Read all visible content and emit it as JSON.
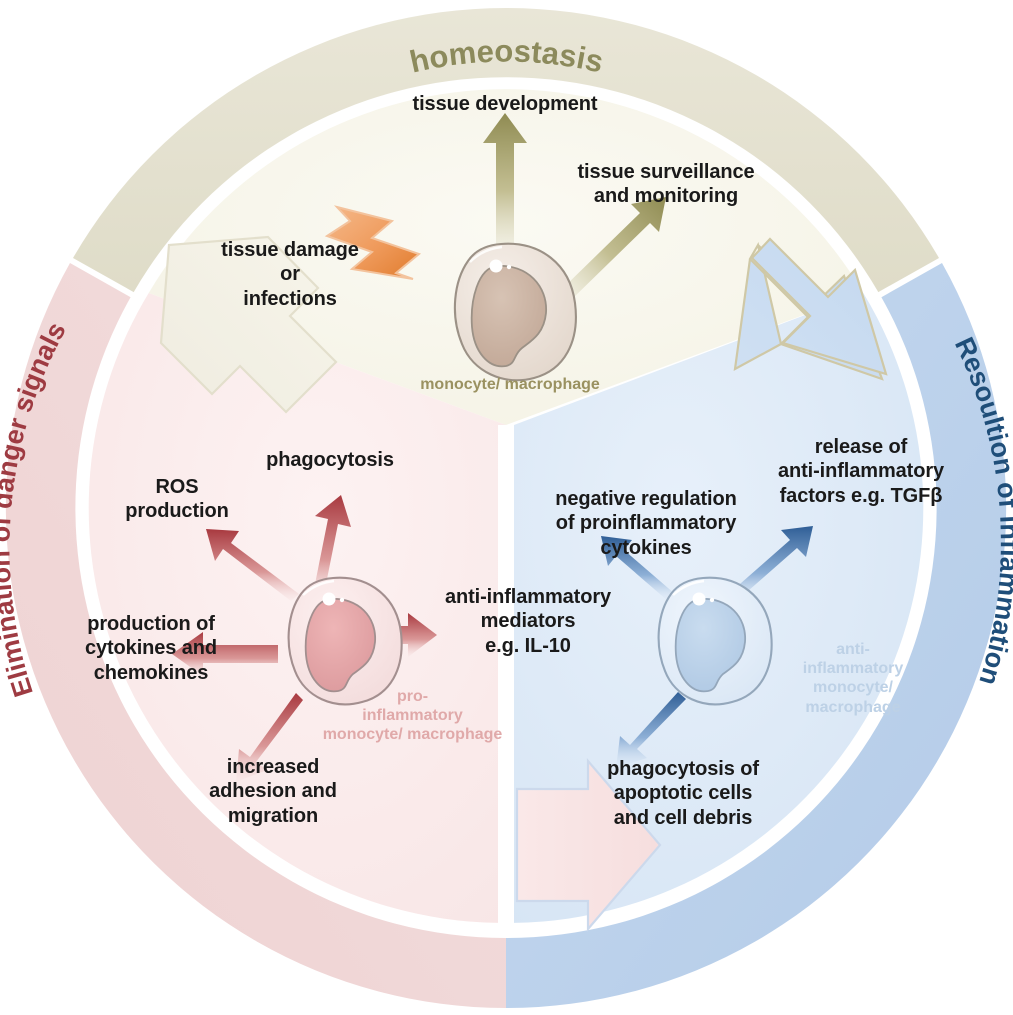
{
  "figure": {
    "type": "cycle-diagram",
    "title": "Macrophage functional states cycle",
    "sector_count": 3
  },
  "sectors": {
    "homeostasis": {
      "ring_label": "homeostasis",
      "ring_color": "#8c8a5c",
      "ring_fill": "#e7e4d4",
      "inner_fill": "#f7f6ee",
      "accent": "#a9a477",
      "cell": {
        "caption": "monocyte/ macrophage",
        "body_color": "#ece2da",
        "nucleus_color": "#cbb5a7",
        "outline_color": "#9c9286"
      },
      "labels": [
        "tissue development",
        "tissue surveillance\nand monitoring",
        "tissue damage\nor\ninfections"
      ],
      "trigger_icon": "lightning-bolt-icon",
      "trigger_color": "#e98b46"
    },
    "elimination": {
      "ring_label": "Elimination of danger signals",
      "ring_color": "#9e3b42",
      "ring_fill": "#f1dada",
      "inner_fill": "#fbeeee",
      "accent": "#b85a5f",
      "cell": {
        "caption": "pro-\ninflammatory\nmonocyte/ macrophage",
        "body_color": "#f6e3e3",
        "nucleus_color": "#e2a7a9",
        "outline_color": "#a08b8b"
      },
      "labels": [
        "phagocytosis",
        "ROS\nproduction",
        "production of\ncytokines and\nchemokines",
        "increased\nadhesion and\nmigration",
        "anti-inflammatory\nmediators\ne.g. IL-10"
      ]
    },
    "resolution": {
      "ring_label": "Resoultion of inflammation",
      "ring_color": "#1f4e79",
      "ring_fill": "#bdd3ec",
      "inner_fill": "#dde8f5",
      "accent": "#3a6da8",
      "cell": {
        "caption": "anti-\ninflammatory\nmonocyte/\nmacrophage",
        "body_color": "#e3edf8",
        "nucleus_color": "#bad0e6",
        "outline_color": "#93a6ba"
      },
      "labels": [
        "negative regulation\nof proinflammatory\ncytokines",
        "release of\nanti-inflammatory\nfactors e.g. TGFβ",
        "phagocytosis of\napoptotic cells\nand cell debris"
      ]
    }
  },
  "text": {
    "homeostasis_ring": "homeostasis",
    "elimination_ring": "Elimination of danger signals",
    "resolution_ring": "Resoultion of inflammation",
    "tissue_development": "tissue development",
    "tissue_surveillance_l1": "tissue surveillance",
    "tissue_surveillance_l2": "and monitoring",
    "tissue_damage_l1": "tissue damage",
    "tissue_damage_l2": "or",
    "tissue_damage_l3": "infections",
    "mono_caption": "monocyte/ macrophage",
    "phagocytosis": "phagocytosis",
    "ros_l1": "ROS",
    "ros_l2": "production",
    "cytokines_l1": "production of",
    "cytokines_l2": "cytokines and",
    "cytokines_l3": "chemokines",
    "adhesion_l1": "increased",
    "adhesion_l2": "adhesion and",
    "adhesion_l3": "migration",
    "mediators_l1": "anti-inflammatory",
    "mediators_l2": "mediators",
    "mediators_l3": "e.g. IL-10",
    "pro_caption_l1": "pro-",
    "pro_caption_l2": "inflammatory",
    "pro_caption_l3": "monocyte/ macrophage",
    "negreg_l1": "negative regulation",
    "negreg_l2": "of proinflammatory",
    "negreg_l3": "cytokines",
    "release_l1": "release of",
    "release_l2": "anti-inflammatory",
    "release_l3": "factors e.g. TGFβ",
    "apoptotic_l1": "phagocytosis of",
    "apoptotic_l2": "apoptotic cells",
    "apoptotic_l3": "and cell debris",
    "anti_caption_l1": "anti-",
    "anti_caption_l2": "inflammatory",
    "anti_caption_l3": "monocyte/",
    "anti_caption_l4": "macrophage"
  }
}
